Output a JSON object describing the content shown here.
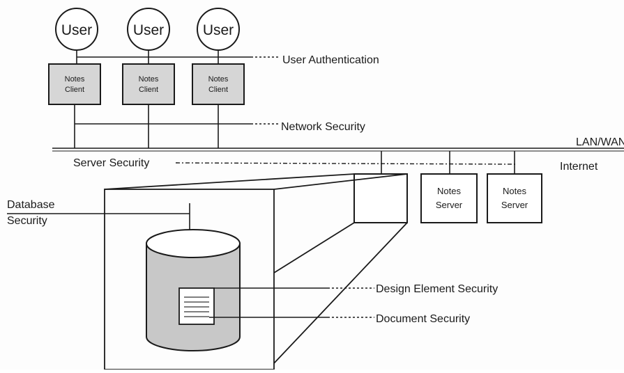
{
  "users": [
    {
      "label": "User"
    },
    {
      "label": "User"
    },
    {
      "label": "User"
    }
  ],
  "clients": [
    {
      "line1": "Notes",
      "line2": "Client"
    },
    {
      "line1": "Notes",
      "line2": "Client"
    },
    {
      "line1": "Notes",
      "line2": "Client"
    }
  ],
  "servers": [
    {
      "line1": "Notes",
      "line2": "Server"
    },
    {
      "line1": "Notes",
      "line2": "Server"
    }
  ],
  "labels": {
    "user_auth": "User Authentication",
    "network_security": "Network Security",
    "lan_wan": "LAN/WAN",
    "internet": "Internet",
    "server_security": "Server Security",
    "database_line1": "Database",
    "database_line2": "Security",
    "design_element": "Design Element Security",
    "document_security": "Document Security"
  },
  "colors": {
    "client_fill": "#d6d6d6",
    "cylinder_fill": "#c8c8c8",
    "line": "#1a1a1a"
  }
}
